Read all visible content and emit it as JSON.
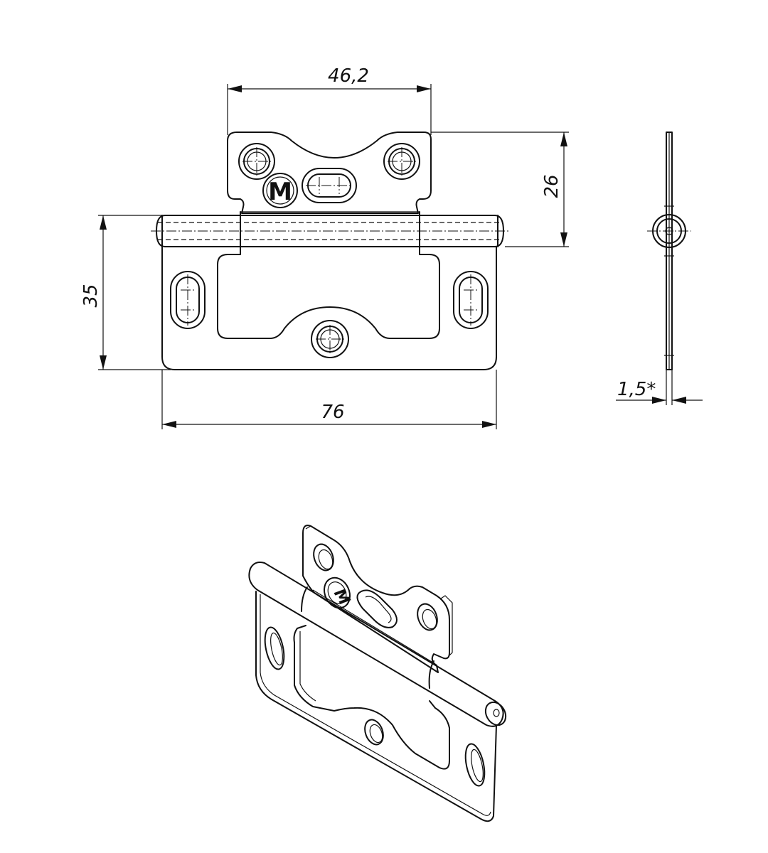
{
  "dimensions": {
    "plate_width": "76",
    "plate_height": "35",
    "leaf_width": "46,2",
    "leaf_height": "26",
    "thickness": "1,5*"
  },
  "logo": {
    "letter": "M"
  },
  "colors": {
    "line": "#111111",
    "background": "#ffffff"
  }
}
